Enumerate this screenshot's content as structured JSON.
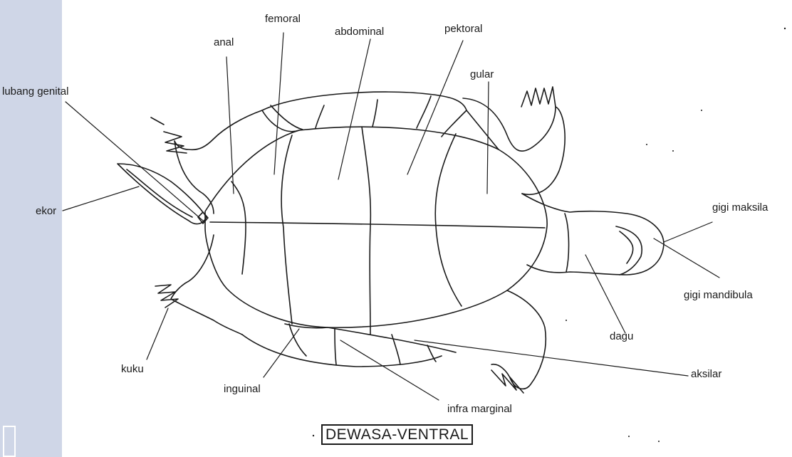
{
  "diagram": {
    "title": "DEWASA-VENTRAL",
    "labels": {
      "femoral": "femoral",
      "anal": "anal",
      "abdominal": "abdominal",
      "pektoral": "pektoral",
      "gular": "gular",
      "lubang_genital": "lubang genital",
      "ekor": "ekor",
      "gigi_maksila": "gigi maksila",
      "gigi_mandibula": "gigi mandibula",
      "dagu": "dagu",
      "aksilar": "aksilar",
      "kuku": "kuku",
      "inguinal": "inguinal",
      "infra_marginal": "infra marginal"
    },
    "colors": {
      "line": "#1a1a1a",
      "sidebar": "#cfd6e7"
    }
  }
}
